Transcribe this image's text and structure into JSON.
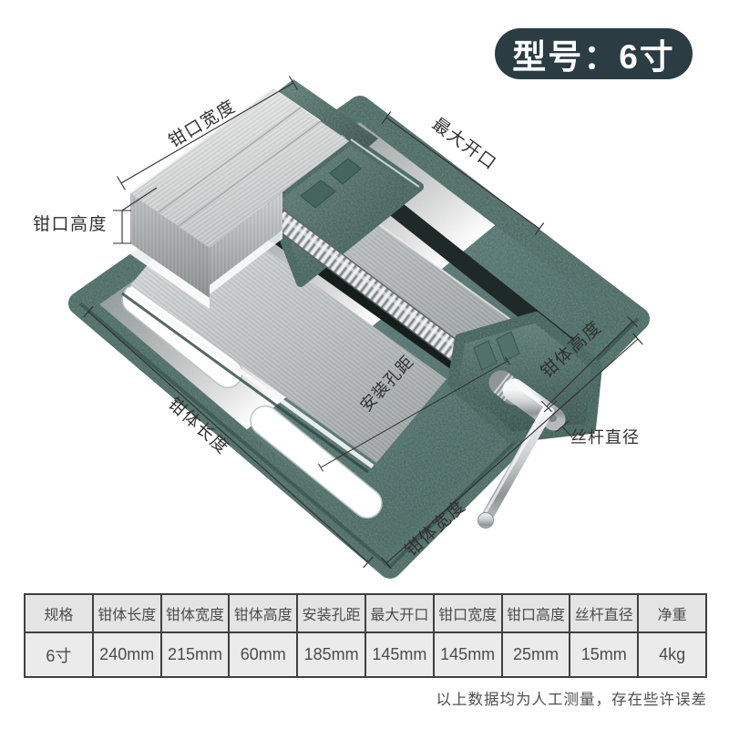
{
  "badge": {
    "label": "型号：6寸"
  },
  "annotations": {
    "jaw_width": "钳口宽度",
    "max_opening": "最大开口",
    "jaw_height": "钳口高度",
    "body_length": "钳体长度",
    "mount_hole_distance": "安装孔距",
    "body_height": "钳体高度",
    "screw_diameter": "丝杆直径",
    "body_width": "钳体宽度"
  },
  "product": {
    "type": "drill-press-vise-illustration"
  },
  "colors": {
    "badge_bg": "#2b3c43",
    "body_green": "#56756e",
    "body_green_dark": "#3f5f58",
    "steel": "#c6c9ca",
    "annotation": "#2f2f2f",
    "table_header_bg": "#e4e4e4",
    "table_row_bg": "#ebebeb",
    "table_border": "#404040"
  },
  "spec_table": {
    "headers": [
      "规格",
      "钳体长度",
      "钳体宽度",
      "钳体高度",
      "安装孔距",
      "最大开口",
      "钳口宽度",
      "钳口高度",
      "丝杆直径",
      "净重"
    ],
    "rows": [
      [
        "6寸",
        "240mm",
        "215mm",
        "60mm",
        "185mm",
        "145mm",
        "145mm",
        "25mm",
        "15mm",
        "4kg"
      ]
    ]
  },
  "note": "以上数据均为人工测量，存在些许误差"
}
